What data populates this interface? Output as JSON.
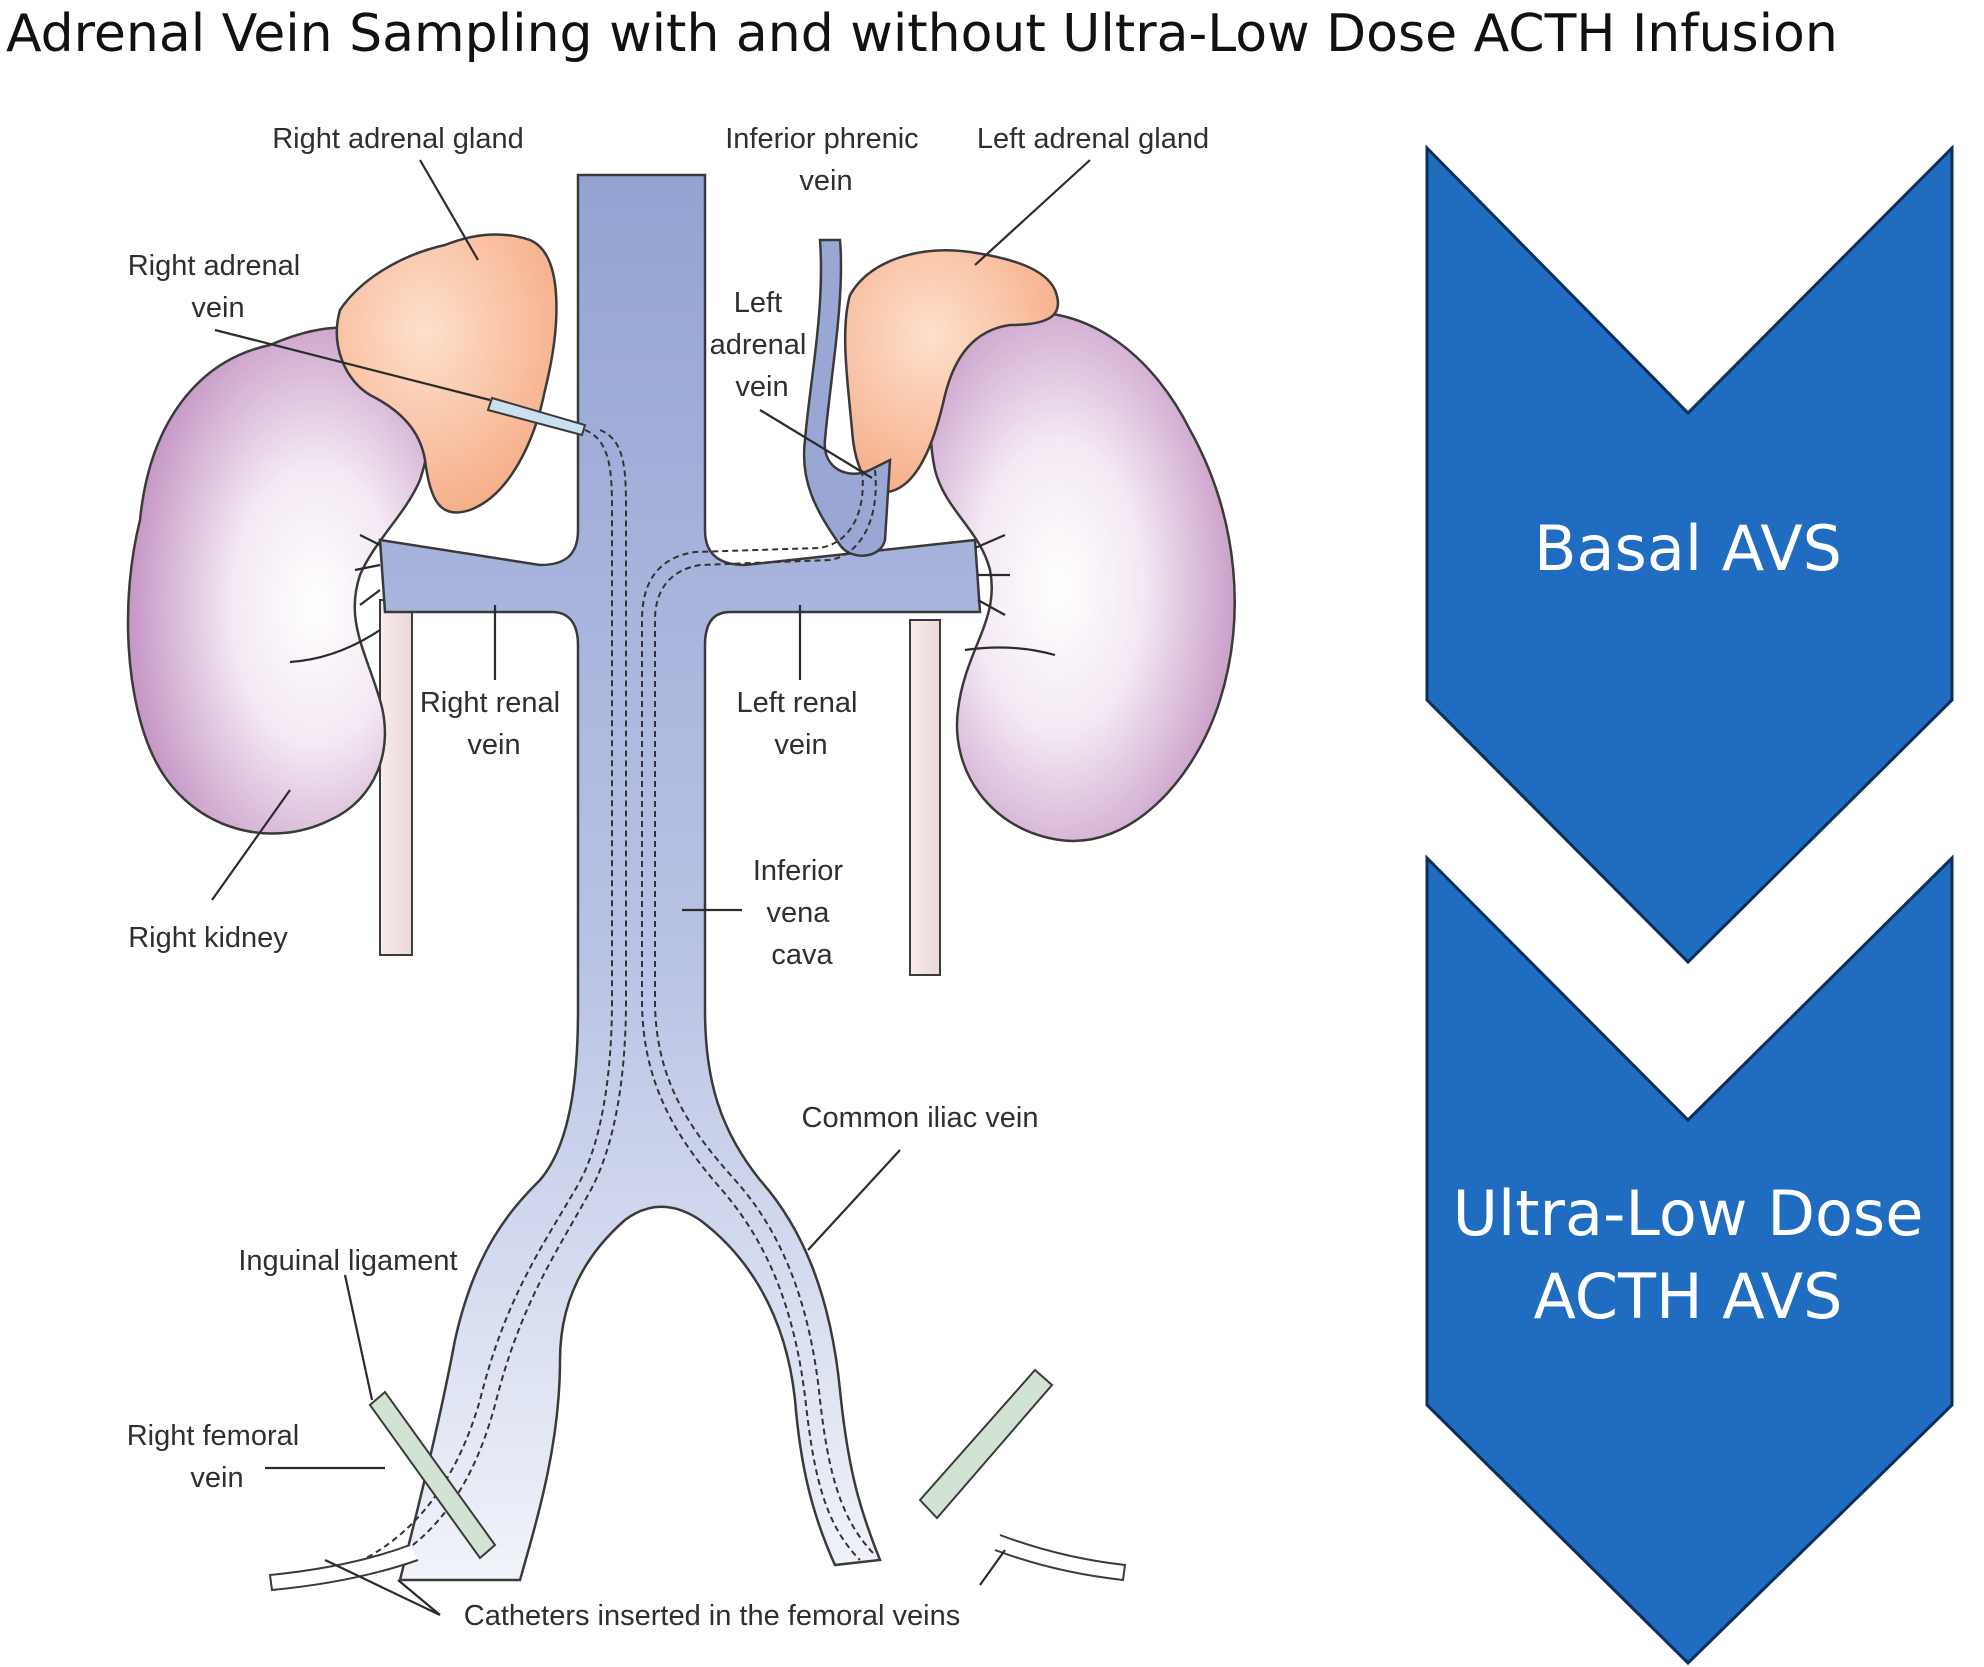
{
  "title": "Adrenal Vein Sampling with and without Ultra-Low Dose ACTH Infusion",
  "labels": {
    "right_adrenal_gland": "Right adrenal gland",
    "inferior_phrenic_vein": [
      "Inferior phrenic",
      "vein"
    ],
    "left_adrenal_gland": "Left adrenal gland",
    "right_adrenal_vein": [
      "Right adrenal",
      "vein"
    ],
    "left_adrenal_vein": [
      "Left",
      "adrenal",
      "vein"
    ],
    "right_renal_vein": [
      "Right renal",
      "vein"
    ],
    "left_renal_vein": [
      "Left renal",
      "vein"
    ],
    "inferior_vena_cava": [
      "Inferior",
      "vena",
      "cava"
    ],
    "right_kidney": "Right kidney",
    "common_iliac_vein": "Common iliac vein",
    "inguinal_ligament": "Inguinal ligament",
    "right_femoral_vein": [
      "Right femoral",
      "vein"
    ],
    "catheters": "Catheters inserted in the femoral veins"
  },
  "steps": [
    {
      "lines": [
        "Basal AVS"
      ]
    },
    {
      "lines": [
        "Ultra-Low Dose",
        "ACTH AVS"
      ]
    }
  ],
  "colors": {
    "chevron": "#1f6cc0",
    "vein": "#9aa7d4",
    "kidney": "#c89cc6",
    "adrenal": "#f7b68f",
    "ligament": "#cfe0d2"
  }
}
